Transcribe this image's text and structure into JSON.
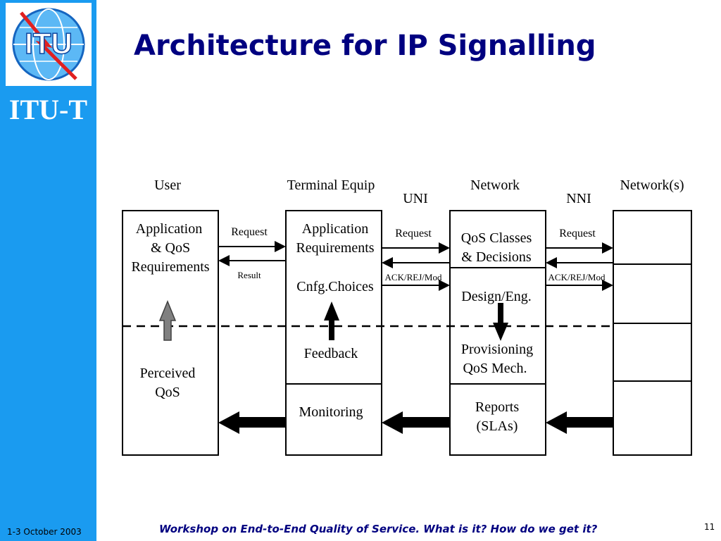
{
  "sidebar": {
    "logo_text": "ITU",
    "brand": "ITU-T",
    "date": "1-3 October 2003"
  },
  "slide": {
    "title": "Architecture for IP Signalling",
    "footer": "Workshop on End-to-End Quality of Service. What is it? How do we get it?",
    "page_number": "11"
  },
  "diagram": {
    "headers": {
      "user": "User",
      "terminal": "Terminal Equip",
      "network": "Network",
      "networks": "Network(s)",
      "uni": "UNI",
      "nni": "NNI"
    },
    "user": {
      "app_qos_1": "Application",
      "app_qos_2": "& QoS",
      "app_qos_3": "Requirements",
      "perceived_1": "Perceived",
      "perceived_2": "QoS"
    },
    "terminal": {
      "app_req_1": "Application",
      "app_req_2": "Requirements",
      "cnfg": "Cnfg.Choices",
      "feedback": "Feedback",
      "monitoring": "Monitoring"
    },
    "network": {
      "qos_1": "QoS Classes",
      "qos_2": "& Decisions",
      "design": "Design/Eng.",
      "prov_1": "Provisioning",
      "prov_2": "QoS Mech.",
      "reports_1": "Reports",
      "reports_2": "(SLAs)"
    },
    "messages": {
      "request_user": "Request",
      "result_user": "Result",
      "request_uni": "Request",
      "ack_uni": "ACK/REJ/Mod",
      "request_nni": "Request",
      "ack_nni": "ACK/REJ/Mod"
    }
  }
}
